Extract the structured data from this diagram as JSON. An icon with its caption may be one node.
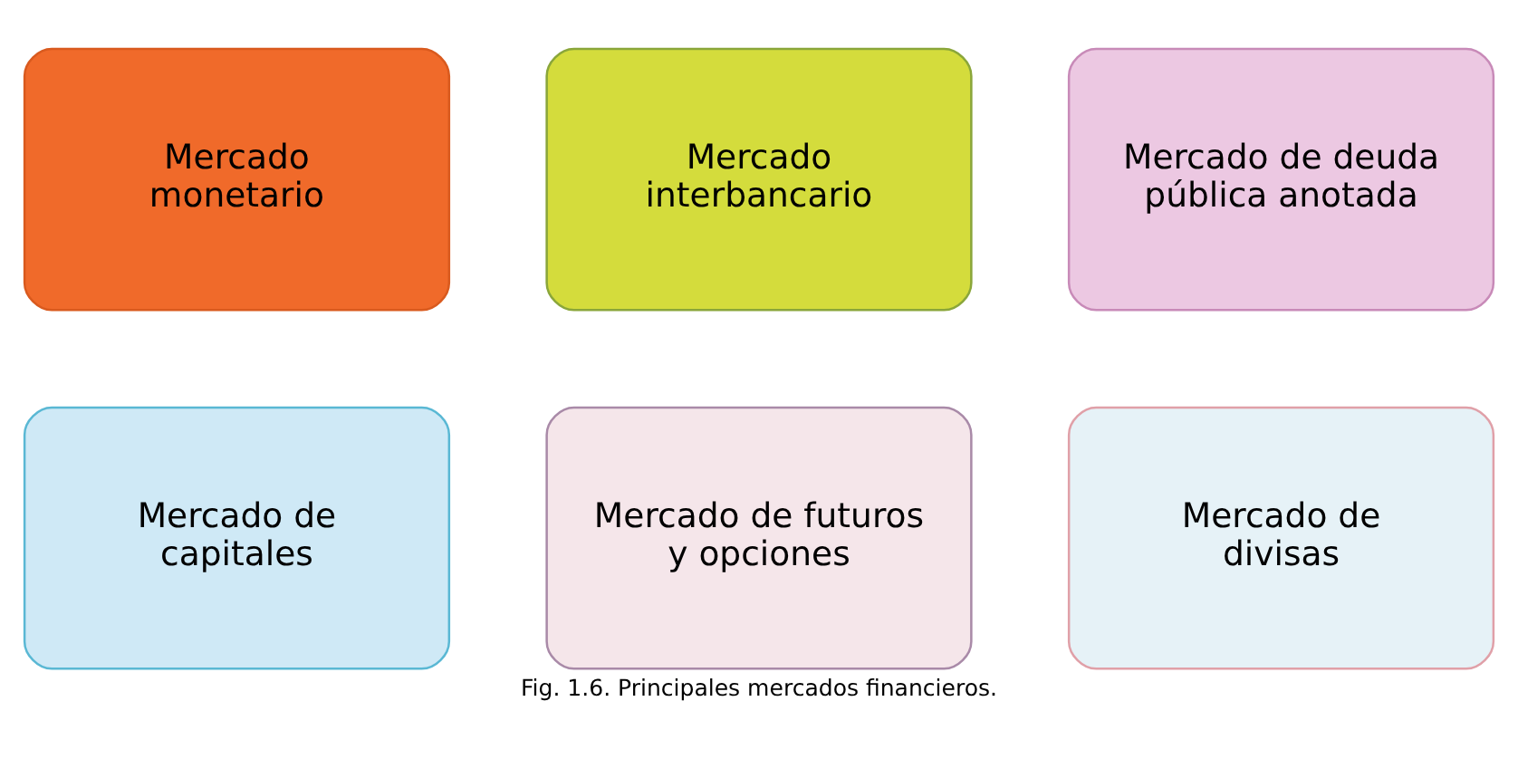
{
  "diagram": {
    "caption": "Fig. 1.6. Principales mercados financieros.",
    "nodes": [
      {
        "text": [
          "Mercado monetario"
        ]
      },
      {
        "text": [
          "Mercado interbancario"
        ]
      },
      {
        "text": [
          "Mercado de deuda pública anotada"
        ]
      },
      {
        "text": [
          "Mercado de capitales"
        ]
      },
      {
        "text": [
          "Mercado de futuros y opciones"
        ]
      },
      {
        "text": [
          "Mercado de divisas"
        ]
      }
    ],
    "edges": []
  }
}
